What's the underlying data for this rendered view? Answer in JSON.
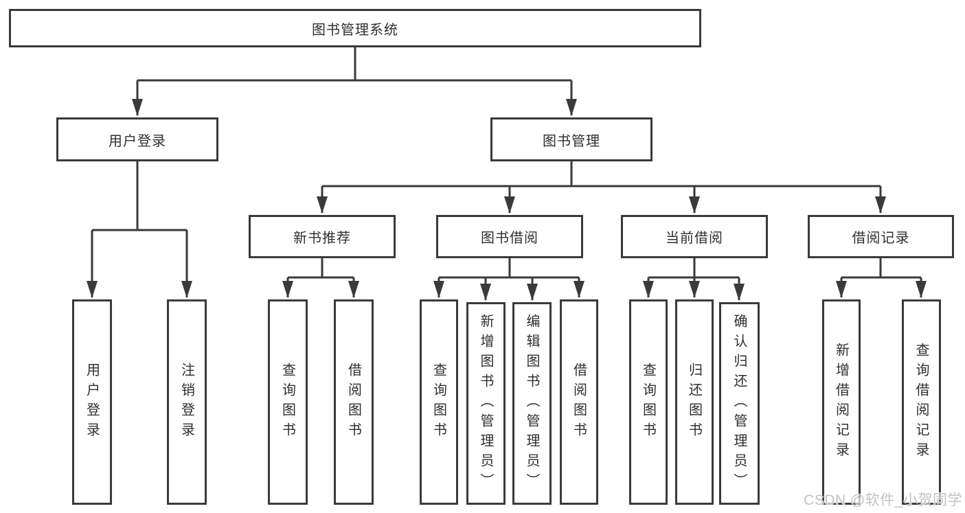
{
  "colors": {
    "line": "#3a3a3a",
    "text": "#2f2f2f",
    "bg": "#ffffff",
    "box_bg": "#ffffff",
    "watermark": "#c2c2c7"
  },
  "nodes": {
    "root": "图书管理系统",
    "l2_user_login": "用户登录",
    "l2_book_mgmt": "图书管理",
    "l3_new_book": "新书推荐",
    "l3_book_borrow": "图书借阅",
    "l3_current_borrow": "当前借阅",
    "l3_borrow_record": "借阅记录",
    "leaf_user_login": "用户登录",
    "leaf_logout_login": "注销登录",
    "leaf_newbook_query": "查询图书",
    "leaf_newbook_borrow": "借阅图书",
    "leaf_borrow_query": "查询图书",
    "leaf_borrow_add": "新增图书（管理员）",
    "leaf_borrow_edit": "编辑图书（管理员）",
    "leaf_borrow_lend": "借阅图书",
    "leaf_current_query": "查询图书",
    "leaf_current_return": "归还图书",
    "leaf_current_confirm": "确认归还（管理员）",
    "leaf_record_add": "新增借阅记录",
    "leaf_record_query": "查询借阅记录"
  },
  "watermark": "CSDN @软件_小贺同学"
}
